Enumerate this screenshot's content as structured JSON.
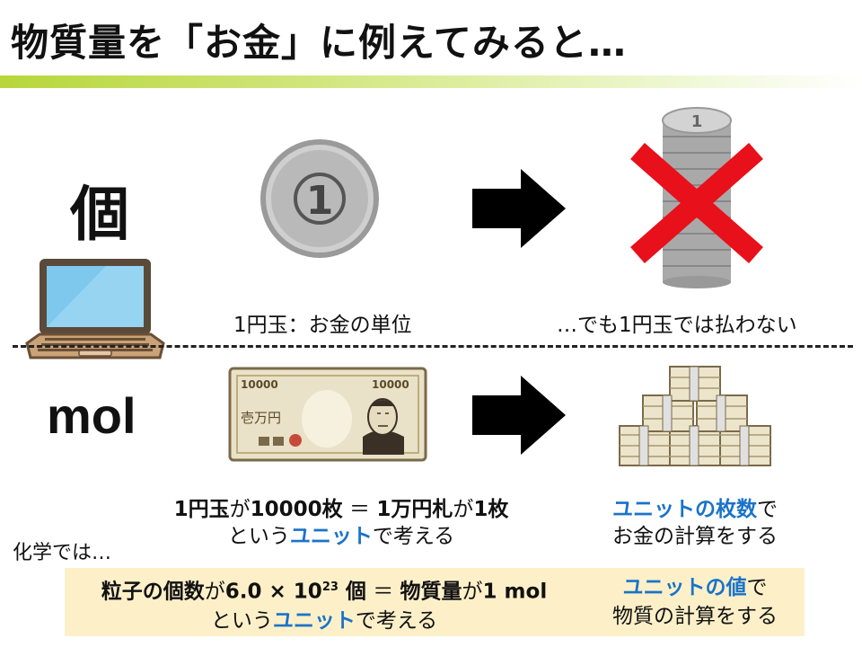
{
  "title": "物質量を「お金」に例えてみると…",
  "labels": {
    "ko": "個",
    "mol": "mol"
  },
  "top_row": {
    "coin_caption": "1円玉：お金の単位",
    "result_caption": "…でも1円玉では払わない"
  },
  "middle": {
    "line1_a": "1円玉",
    "line1_b": "が",
    "line1_c": "10000枚",
    "line1_d": " ＝ ",
    "line1_e": "1万円札",
    "line1_f": "が",
    "line1_g": "1枚",
    "line2_a": "という",
    "line2_b": "ユニット",
    "line2_c": "で考える",
    "right1_a": "ユニットの枚数",
    "right1_b": "で",
    "right2": "お金の計算をする"
  },
  "chem_prefix": "化学では…",
  "bottom": {
    "line1_a": "粒子の個数",
    "line1_b": "が",
    "line1_c": "6.0 × 10",
    "line1_sup": "23",
    "line1_d": " 個",
    "line1_e": " ＝ ",
    "line1_f": "物質量",
    "line1_g": "が",
    "line1_h": "1 mol",
    "line2_a": "という",
    "line2_b": "ユニット",
    "line2_c": "で考える",
    "right1_a": "ユニットの値",
    "right1_b": "で",
    "right2": "物質の計算をする"
  },
  "illustrations": {
    "coin_mark": "1",
    "stack_mark": "1",
    "bill_value": "10000",
    "bill_text": "壱万円"
  },
  "colors": {
    "accent_blue": "#1a73c9",
    "cross_red": "#e8101a",
    "box_bg": "#fdf0c9",
    "title_bar": "#b7d63a"
  }
}
